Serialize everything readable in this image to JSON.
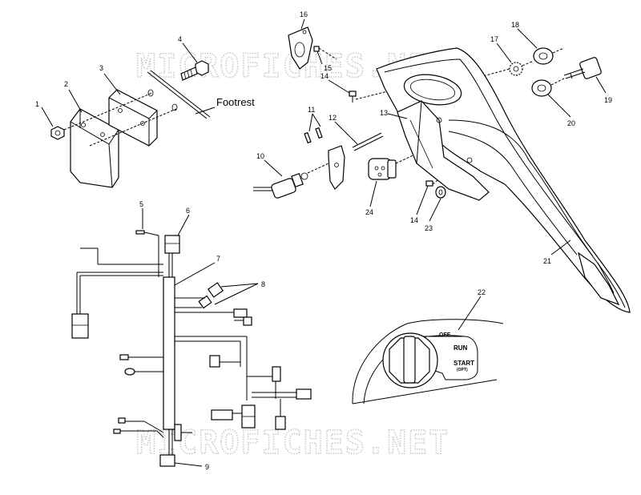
{
  "watermarks": [
    "MICROFICHES.NET",
    "MICROFICHES.NET"
  ],
  "callouts": {
    "c1": "1",
    "c2": "2",
    "c3": "3",
    "c4": "4",
    "c5": "5",
    "c6": "6",
    "c7": "7",
    "c8": "8",
    "c9": "9",
    "c10": "10",
    "c11": "11",
    "c12": "12",
    "c13": "13",
    "c14a": "14",
    "c14b": "14",
    "c15": "15",
    "c16": "16",
    "c17": "17",
    "c18": "18",
    "c19": "19",
    "c20": "20",
    "c21": "21",
    "c22": "22",
    "c23": "23",
    "c24": "24"
  },
  "labels": {
    "footrest": "Footrest"
  },
  "switch": {
    "off": "OFF",
    "run": "RUN",
    "start": "START",
    "opt": "(OPT)"
  }
}
